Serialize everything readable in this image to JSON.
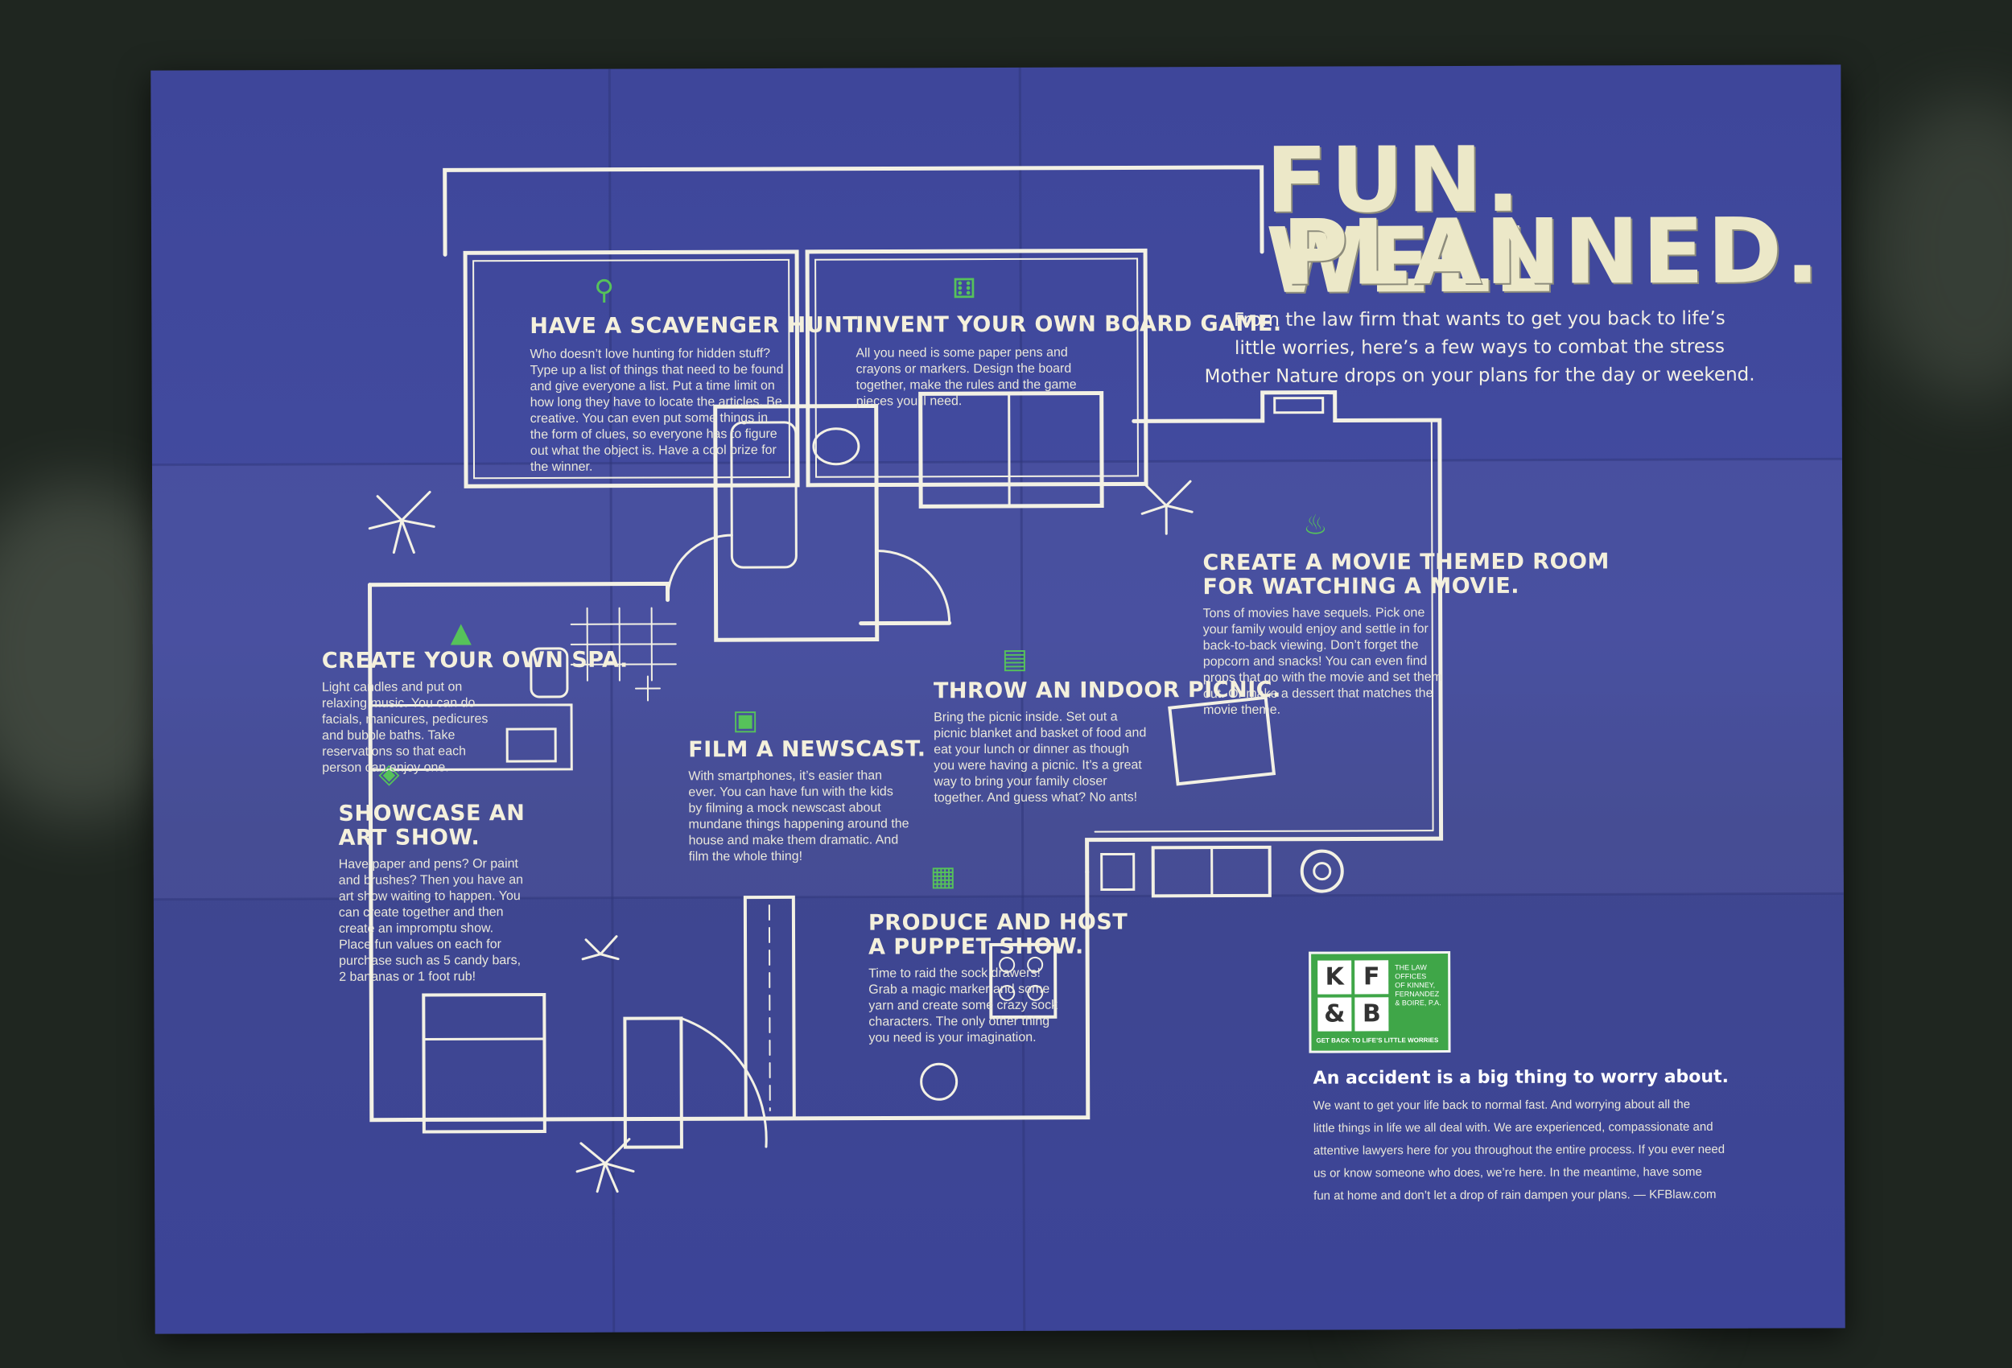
{
  "poster": {
    "title_line1": "FUN. WELL",
    "title_line2": "PLANNED.",
    "intro_line1": "From the law firm that wants to get you back to life’s",
    "intro_line2": "little worries, here’s a few ways to combat the stress",
    "intro_line3": "Mother Nature drops on your plans for the day or weekend."
  },
  "activities": {
    "scavenger": {
      "title": "HAVE A SCAVENGER HUNT.",
      "body": "Who doesn’t love hunting for hidden stuff? Type up a list of things that need to be found and give everyone a list. Put a time limit on how long they have to locate the articles. Be creative. You can even put some things in the form of clues, so everyone has to figure out what the object is. Have a cool prize for the winner."
    },
    "board_game": {
      "title": "INVENT YOUR OWN BOARD GAME.",
      "body": "All you need is some paper pens and crayons or markers. Design the board together, make the rules and the game pieces you’ll need."
    },
    "movie": {
      "title_line1": "CREATE A MOVIE THEMED ROOM",
      "title_line2": "FOR WATCHING A MOVIE.",
      "body": "Tons of movies have sequels. Pick one your family would enjoy and settle in for back-to-back viewing. Don’t forget the popcorn and snacks! You can even find props that go with the movie and set them out. Or make a dessert that matches the movie theme."
    },
    "spa": {
      "title": "CREATE YOUR OWN SPA.",
      "body": "Light candles and put on relaxing music. You can do facials, manicures, pedicures and bubble baths. Take reservations so that each person can enjoy one."
    },
    "picnic": {
      "title": "THROW AN INDOOR PICNIC.",
      "body": "Bring the picnic inside. Set out a picnic blanket and basket of food and eat your lunch or dinner as though you were having a picnic. It’s a great way to bring your family closer together. And guess what? No ants!"
    },
    "newscast": {
      "title": "FILM A NEWSCAST.",
      "body": "With smartphones, it’s easier than ever. You can have fun with the kids by filming a mock newscast about mundane things happening around the house and make them dramatic. And film the whole thing!"
    },
    "art": {
      "title_line1": "SHOWCASE AN",
      "title_line2": "ART SHOW.",
      "body": "Have paper and pens? Or paint and brushes? Then you have an art show waiting to happen. You can create together and then create an impromptu show. Place fun values on each for purchase such as 5 candy bars, 2 bananas or 1 foot rub!"
    },
    "puppet": {
      "title_line1": "PRODUCE AND HOST",
      "title_line2": "A PUPPET SHOW.",
      "body": "Time to raid the sock drawers! Grab a magic marker and some yarn and create some crazy sock characters. The only other thing you need is your imagination."
    }
  },
  "logo": {
    "letter_k": "K",
    "letter_f": "F",
    "letter_amp": "&",
    "letter_b": "B",
    "firm_line1": "THE LAW OFFICES",
    "firm_line2": "OF KINNEY,",
    "firm_line3": "FERNANDEZ",
    "firm_line4": "& BOIRE, P.A.",
    "tagline": "GET BACK TO LIFE’S LITTLE WORRIES"
  },
  "accident": {
    "headline": "An accident is a big thing to worry about.",
    "line1": "We want to get your life back to normal fast. And worrying about all the",
    "line2": "little things in life we all deal with. We are experienced, compassionate and",
    "line3": "attentive lawyers here for you throughout the entire process. If you ever need",
    "line4": "us or know someone who does, we’re here.  In the meantime, have some",
    "line5": "fun at home and don’t let a drop of rain dampen your plans. — KFBlaw.com"
  },
  "icons": {
    "scavenger": "magnifier-icon",
    "board_game": "dice-icon",
    "movie": "popcorn-icon",
    "spa": "droplet-icon",
    "picnic": "basket-icon",
    "newscast": "camera-icon",
    "art": "palette-icon",
    "puppet": "curtain-icon"
  },
  "colors": {
    "paper": "#424b9e",
    "linework": "#f3f1e4",
    "accent_green": "#56c25a",
    "background": "#1f2620"
  }
}
